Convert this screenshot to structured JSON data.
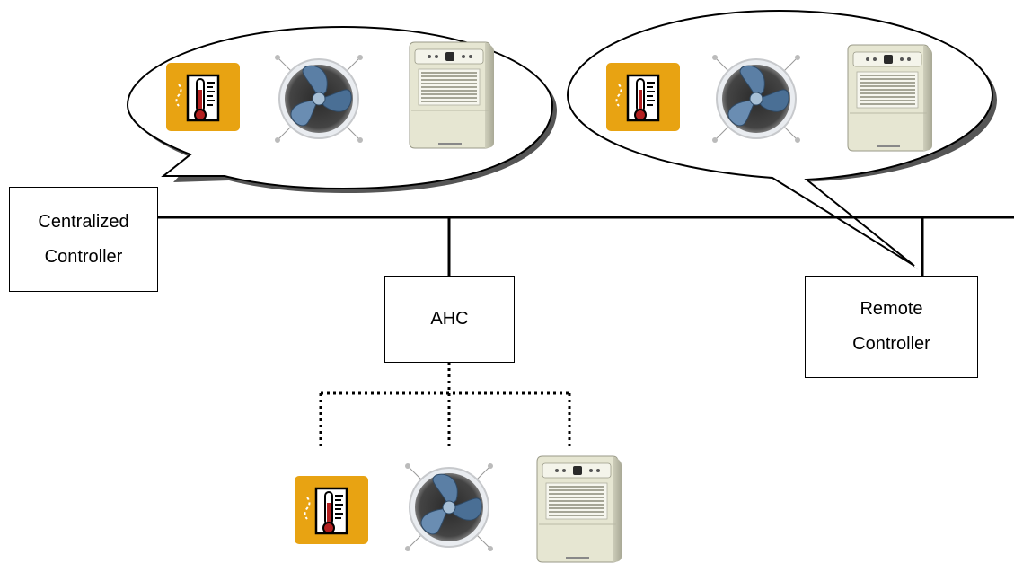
{
  "labels": {
    "centralized_line1": "Centralized",
    "centralized_line2": "Controller",
    "ahc": "AHC",
    "remote_line1": "Remote",
    "remote_line2": "Controller"
  },
  "device_groups": [
    {
      "name": "group-centralized",
      "devices": [
        "thermometer-icon",
        "fan-icon",
        "dehumidifier-icon"
      ]
    },
    {
      "name": "group-remote",
      "devices": [
        "thermometer-icon",
        "fan-icon",
        "dehumidifier-icon"
      ]
    },
    {
      "name": "group-ahc",
      "devices": [
        "thermometer-icon",
        "fan-icon",
        "dehumidifier-icon"
      ]
    }
  ],
  "colors": {
    "thermometer_bg": "#e8a312",
    "fan_blade": "#4a6f95",
    "dehumidifier_body": "#e6e6d2",
    "line": "#000000"
  }
}
